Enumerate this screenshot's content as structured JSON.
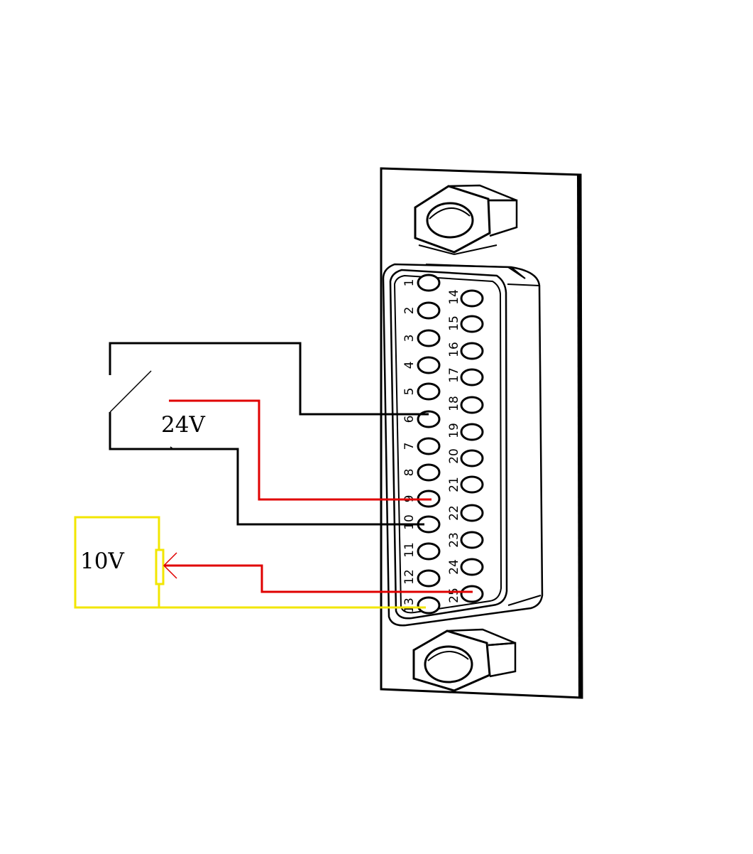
{
  "diagram": {
    "type": "wiring",
    "connector": {
      "name": "DB25",
      "top_row_pins": [
        "1",
        "2",
        "3",
        "4",
        "5",
        "6",
        "7",
        "8",
        "9",
        "10",
        "11",
        "12",
        "13"
      ],
      "bottom_row_pins": [
        "14",
        "15",
        "16",
        "17",
        "18",
        "19",
        "20",
        "21",
        "22",
        "23",
        "24",
        "25"
      ]
    },
    "labels": {
      "supply_24v": "24V",
      "supply_10v": "10V"
    },
    "wire_colors": {
      "signal": "#000000",
      "power": "#e00000",
      "reference": "#f2e600"
    },
    "connections": [
      {
        "from": "switch-top",
        "to_pin": "6",
        "color": "black"
      },
      {
        "from": "24V",
        "to_pin": "9",
        "color": "red"
      },
      {
        "from": "switch-bottom",
        "to_pin": "10",
        "color": "black"
      },
      {
        "from": "potentiometer-wiper",
        "to_pin": "25",
        "color": "red"
      },
      {
        "from": "10V-supply",
        "to_pin": "13",
        "color": "yellow"
      }
    ]
  }
}
